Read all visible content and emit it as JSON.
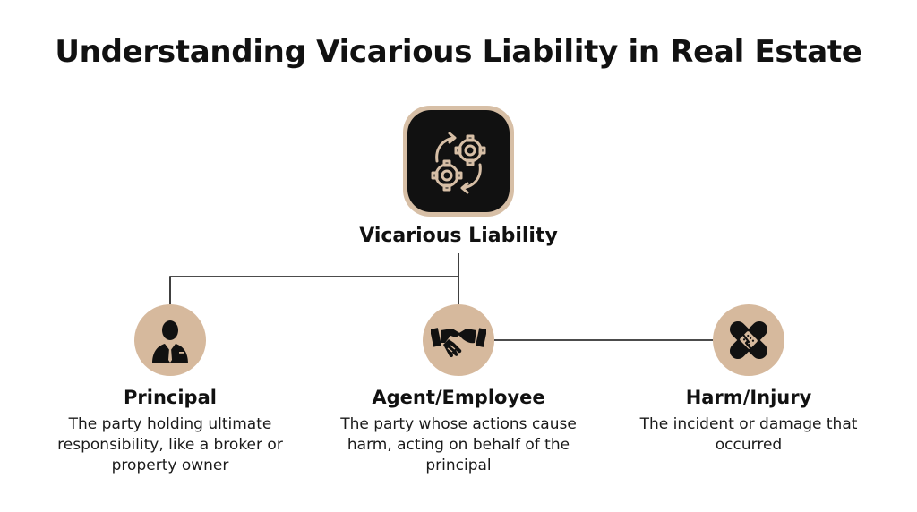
{
  "title": "Understanding Vicarious Liability in Real Estate",
  "center": {
    "label": "Vicarious Liability",
    "icon": "gears-cycle-icon"
  },
  "nodes": [
    {
      "title": "Principal",
      "description": "The party holding ultimate responsibility, like a broker or property owner",
      "icon": "businessman-icon"
    },
    {
      "title": "Agent/Employee",
      "description": "The party whose actions cause harm, acting on behalf of the principal",
      "icon": "handshake-icon"
    },
    {
      "title": "Harm/Injury",
      "description": "The incident or damage that occurred",
      "icon": "bandage-icon"
    }
  ],
  "colors": {
    "accent": "#d6b99d",
    "dark": "#111111",
    "line": "#111111"
  }
}
